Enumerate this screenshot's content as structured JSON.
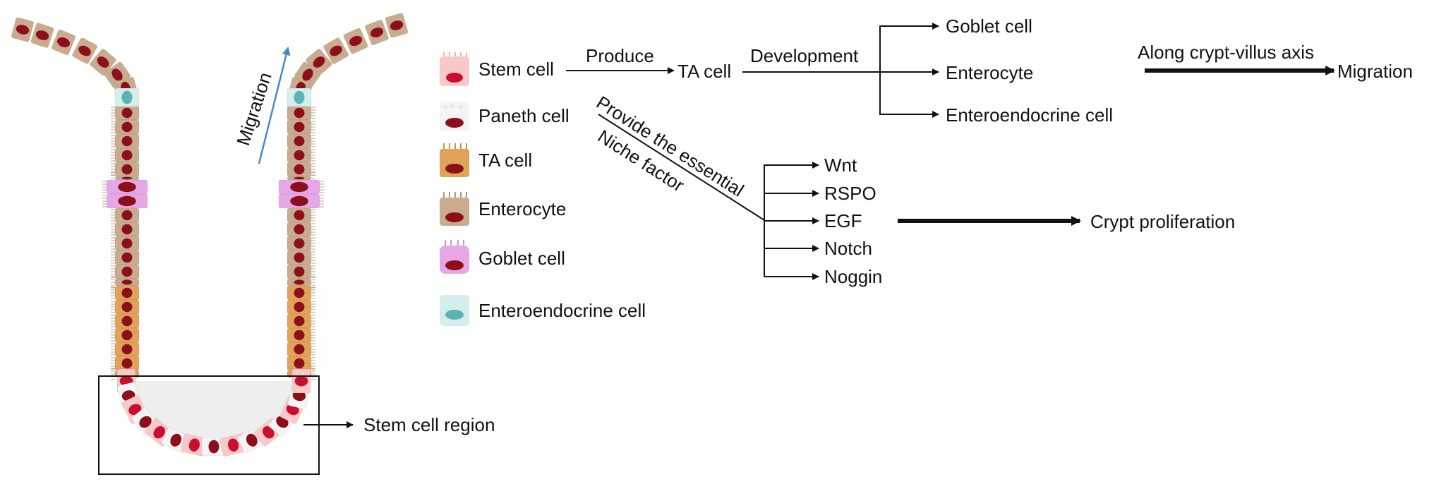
{
  "crypt": {
    "migration_label": "Migration",
    "stem_region_label": "Stem cell region"
  },
  "legend": {
    "items": [
      {
        "key": "stem",
        "label": "Stem cell",
        "fill": "#f9c8ca",
        "nucleus": "#b5121b"
      },
      {
        "key": "paneth",
        "label": "Paneth cell",
        "fill": "#f4f4f7",
        "nucleus": "#8d0f1a"
      },
      {
        "key": "ta",
        "label": "TA cell",
        "fill": "#e1a25a",
        "nucleus": "#8d0f1a"
      },
      {
        "key": "enterocyte",
        "label": "Enterocyte",
        "fill": "#c9ab90",
        "nucleus": "#8d0f1a"
      },
      {
        "key": "goblet",
        "label": "Goblet cell",
        "fill": "#e6a7e6",
        "nucleus": "#8d0f1a"
      },
      {
        "key": "enteroendocrine",
        "label": "Enteroendocrine cell",
        "fill": "#d3eeeb",
        "nucleus": "#5bb3b3"
      }
    ]
  },
  "flow": {
    "produce_label": "Produce",
    "ta_cell_label": "TA cell",
    "development_label": "Development",
    "development_targets": [
      "Goblet cell",
      "Enterocyte",
      "Enteroendocrine cell"
    ],
    "along_axis_label": "Along crypt-villus axis",
    "migration_label": "Migration",
    "provide_label": "Provide the essential",
    "niche_label": "Niche factor",
    "niche_factors": [
      "Wnt",
      "RSPO",
      "EGF",
      "Notch",
      "Noggin"
    ],
    "crypt_proliferation_label": "Crypt proliferation"
  },
  "colors": {
    "stem": "#f9c8ca",
    "paneth": "#f4f4f7",
    "ta": "#e1a25a",
    "enterocyte": "#c9ab90",
    "goblet": "#e6a7e6",
    "enteroendocrine": "#d3eeeb",
    "nucleus": "#8d0f1a",
    "migration_arrow": "#4a86c8",
    "lumen": "#efefef"
  }
}
